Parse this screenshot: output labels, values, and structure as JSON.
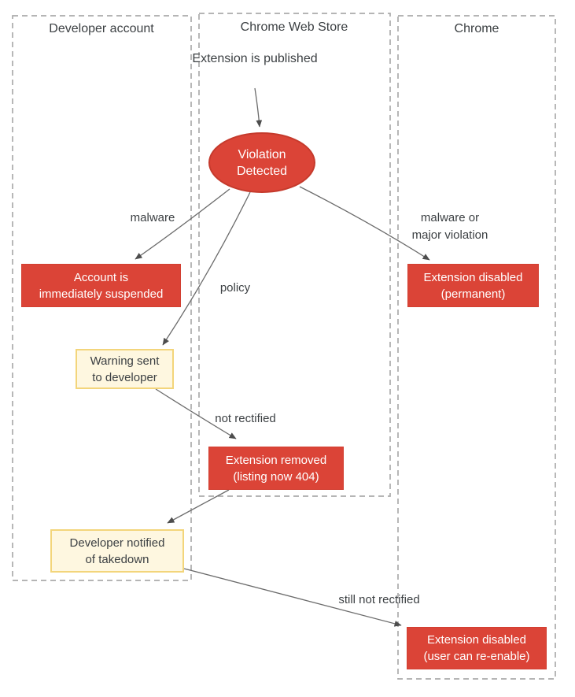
{
  "diagram": {
    "lanes": [
      {
        "id": "developer-account",
        "title": "Developer account"
      },
      {
        "id": "chrome-web-store",
        "title": "Chrome Web Store"
      },
      {
        "id": "chrome",
        "title": "Chrome"
      }
    ],
    "start_text": {
      "lines": [
        "Extension is",
        "published"
      ]
    },
    "nodes": {
      "violation_detected": {
        "shape": "ellipse",
        "color": "#db4437",
        "lines": [
          "Violation",
          "Detected"
        ]
      },
      "account_suspended": {
        "shape": "rect",
        "color": "#db4437",
        "lines": [
          "Account is",
          "immediately suspended"
        ]
      },
      "extension_disabled_permanent": {
        "shape": "rect",
        "color": "#db4437",
        "lines": [
          "Extension disabled",
          "(permanent)"
        ]
      },
      "warning_sent": {
        "shape": "rect",
        "color": "#fef7e0",
        "lines": [
          "Warning sent",
          "to developer"
        ]
      },
      "extension_removed": {
        "shape": "rect",
        "color": "#db4437",
        "lines": [
          "Extension removed",
          "(listing now 404)"
        ]
      },
      "developer_notified": {
        "shape": "rect",
        "color": "#fef7e0",
        "lines": [
          "Developer notified",
          "of takedown"
        ]
      },
      "extension_disabled_reenable": {
        "shape": "rect",
        "color": "#db4437",
        "lines": [
          "Extension disabled",
          "(user can re-enable)"
        ]
      }
    },
    "edge_labels": {
      "malware": "malware",
      "policy": "policy",
      "malware_or_major": {
        "lines": [
          "malware or",
          "major violation"
        ]
      },
      "not_rectified": "not rectified",
      "still_not_rectified": "still not rectified"
    },
    "colors": {
      "node_red": "#db4437",
      "node_red_border": "#c53a2c",
      "yellow_fill": "#fef7e0",
      "yellow_border": "#f3d57b",
      "lane_border": "#ababab",
      "arrow_line": "#6b6b6b",
      "arrow_head": "#4d4d4d",
      "text": "#3c4043"
    }
  }
}
